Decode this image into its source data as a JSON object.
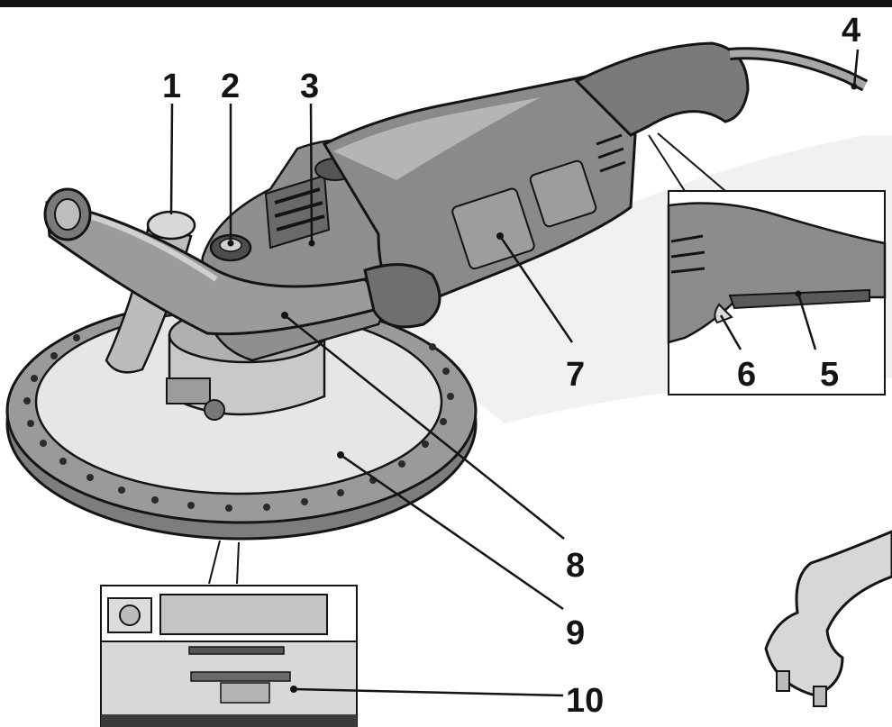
{
  "colors": {
    "outline": "#141414",
    "body_dark": "#6f6f6f",
    "body_mid": "#8c8c8c",
    "body_light": "#b9b9b9",
    "disc_ring": "#8a8a8a",
    "disc_face": "#e4e4e4",
    "shadow": "#efefef",
    "background": "#ffffff"
  },
  "callouts": [
    {
      "id": "1",
      "label": "1"
    },
    {
      "id": "2",
      "label": "2"
    },
    {
      "id": "3",
      "label": "3"
    },
    {
      "id": "4",
      "label": "4"
    },
    {
      "id": "5",
      "label": "5"
    },
    {
      "id": "6",
      "label": "6"
    },
    {
      "id": "7",
      "label": "7"
    },
    {
      "id": "8",
      "label": "8"
    },
    {
      "id": "9",
      "label": "9"
    },
    {
      "id": "10",
      "label": "10"
    }
  ]
}
